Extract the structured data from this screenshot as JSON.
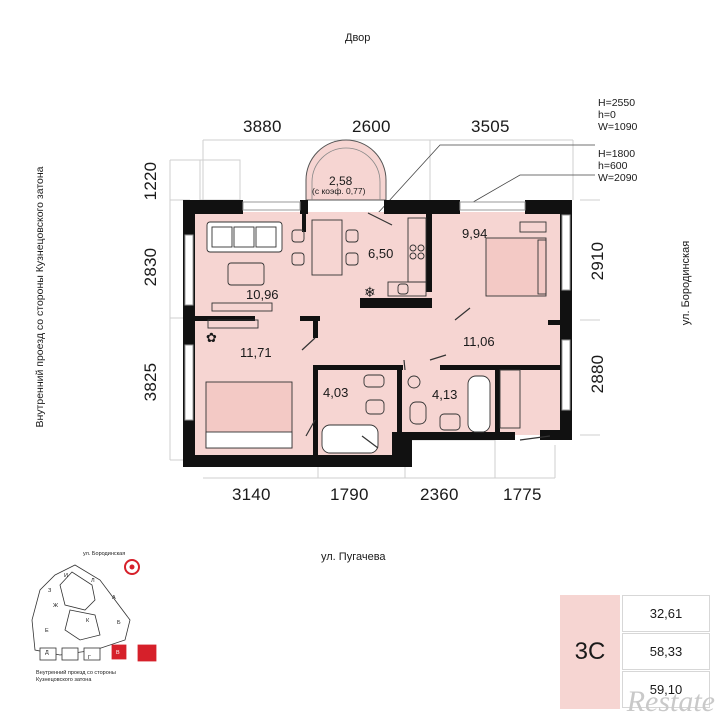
{
  "streets": {
    "top": "Двор",
    "bottom": "ул. Пугачева",
    "right": "ул. Бородинская",
    "left": "Внутренний проезд со стороны Кузнецовского затона"
  },
  "dimensions": {
    "top": [
      "3880",
      "2600",
      "3505"
    ],
    "bottom": [
      "3140",
      "1790",
      "2360",
      "1775"
    ],
    "left": [
      "1220",
      "2830",
      "3825"
    ],
    "right": [
      "2910",
      "2880"
    ]
  },
  "window_notes": {
    "top": "H=2550\nh=0\nW=1090",
    "bottom": "H=1800\nh=600\nW=2090"
  },
  "rooms": {
    "balcony_area": "2,58",
    "balcony_note": "(с коэф. 0,77)",
    "kitchen": "6,50",
    "bedroom_ne": "9,94",
    "living": "10,96",
    "bedroom_w": "11,71",
    "hall": "11,06",
    "bath_1": "4,03",
    "bath_2": "4,13"
  },
  "infobox": {
    "code": "3С",
    "areas": [
      "32,61",
      "58,33",
      "59,10"
    ]
  },
  "minimap": {
    "street_top": "ул. Бородинская",
    "street_bottom": "Внутренний проезд со стороны\nКузнецовского затона",
    "blocks": [
      "И",
      "Л",
      "З",
      "А",
      "Ж",
      "К",
      "Б",
      "Е",
      "Д",
      "Г",
      "В"
    ]
  },
  "brand": "Restate",
  "colors": {
    "room_fill": "#f6d5d2",
    "wall": "#111111",
    "accent": "#d6202a"
  }
}
